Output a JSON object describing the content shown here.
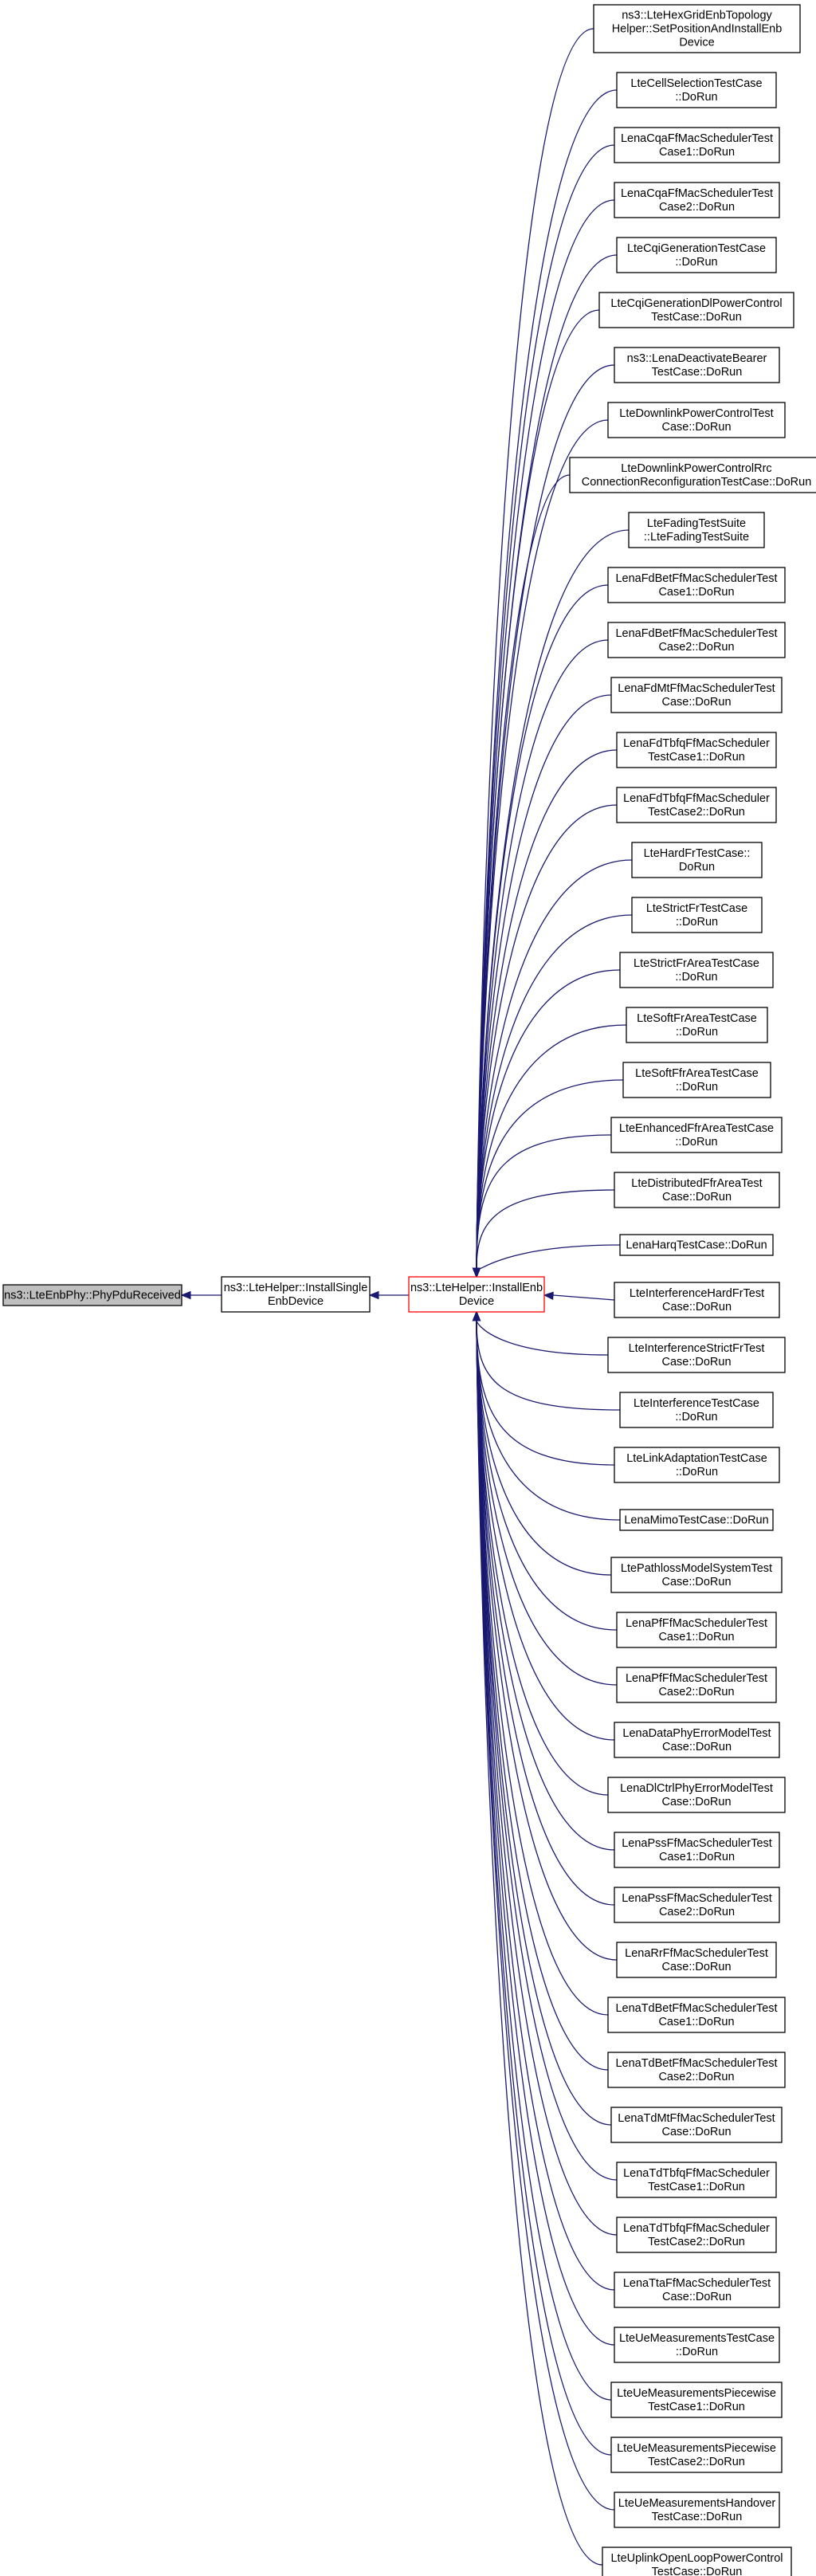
{
  "colors": {
    "edge": "#191970",
    "focus_border": "#ff0000",
    "current_fill": "#bfbfbf"
  },
  "root": {
    "id": "phypdu",
    "lines": [
      "ns3::LteEnbPhy::PhyPduReceived"
    ]
  },
  "middle": {
    "id": "installsingle",
    "lines": [
      "ns3::LteHelper::InstallSingle",
      "EnbDevice"
    ]
  },
  "focus": {
    "id": "installenb",
    "lines": [
      "ns3::LteHelper::InstallEnb",
      "Device"
    ]
  },
  "callers": [
    {
      "id": "c0",
      "lines": [
        "ns3::LteHexGridEnbTopology",
        "Helper::SetPositionAndInstallEnb",
        "Device"
      ]
    },
    {
      "id": "c1",
      "lines": [
        "LteCellSelectionTestCase",
        "::DoRun"
      ]
    },
    {
      "id": "c2",
      "lines": [
        "LenaCqaFfMacSchedulerTest",
        "Case1::DoRun"
      ]
    },
    {
      "id": "c3",
      "lines": [
        "LenaCqaFfMacSchedulerTest",
        "Case2::DoRun"
      ]
    },
    {
      "id": "c4",
      "lines": [
        "LteCqiGenerationTestCase",
        "::DoRun"
      ]
    },
    {
      "id": "c5",
      "lines": [
        "LteCqiGenerationDlPowerControl",
        "TestCase::DoRun"
      ]
    },
    {
      "id": "c6",
      "lines": [
        "ns3::LenaDeactivateBearer",
        "TestCase::DoRun"
      ]
    },
    {
      "id": "c7",
      "lines": [
        "LteDownlinkPowerControlTest",
        "Case::DoRun"
      ]
    },
    {
      "id": "c8",
      "lines": [
        "LteDownlinkPowerControlRrc",
        "ConnectionReconfigurationTestCase::DoRun"
      ]
    },
    {
      "id": "c9",
      "lines": [
        "LteFadingTestSuite",
        "::LteFadingTestSuite"
      ]
    },
    {
      "id": "c10",
      "lines": [
        "LenaFdBetFfMacSchedulerTest",
        "Case1::DoRun"
      ]
    },
    {
      "id": "c11",
      "lines": [
        "LenaFdBetFfMacSchedulerTest",
        "Case2::DoRun"
      ]
    },
    {
      "id": "c12",
      "lines": [
        "LenaFdMtFfMacSchedulerTest",
        "Case::DoRun"
      ]
    },
    {
      "id": "c13",
      "lines": [
        "LenaFdTbfqFfMacScheduler",
        "TestCase1::DoRun"
      ]
    },
    {
      "id": "c14",
      "lines": [
        "LenaFdTbfqFfMacScheduler",
        "TestCase2::DoRun"
      ]
    },
    {
      "id": "c15",
      "lines": [
        "LteHardFrTestCase::",
        "DoRun"
      ]
    },
    {
      "id": "c16",
      "lines": [
        "LteStrictFrTestCase",
        "::DoRun"
      ]
    },
    {
      "id": "c17",
      "lines": [
        "LteStrictFrAreaTestCase",
        "::DoRun"
      ]
    },
    {
      "id": "c18",
      "lines": [
        "LteSoftFrAreaTestCase",
        "::DoRun"
      ]
    },
    {
      "id": "c19",
      "lines": [
        "LteSoftFfrAreaTestCase",
        "::DoRun"
      ]
    },
    {
      "id": "c20",
      "lines": [
        "LteEnhancedFfrAreaTestCase",
        "::DoRun"
      ]
    },
    {
      "id": "c21",
      "lines": [
        "LteDistributedFfrAreaTest",
        "Case::DoRun"
      ]
    },
    {
      "id": "c22",
      "lines": [
        "LenaHarqTestCase::DoRun"
      ]
    },
    {
      "id": "c23",
      "lines": [
        "LteInterferenceHardFrTest",
        "Case::DoRun"
      ]
    },
    {
      "id": "c24",
      "lines": [
        "LteInterferenceStrictFrTest",
        "Case::DoRun"
      ]
    },
    {
      "id": "c25",
      "lines": [
        "LteInterferenceTestCase",
        "::DoRun"
      ]
    },
    {
      "id": "c26",
      "lines": [
        "LteLinkAdaptationTestCase",
        "::DoRun"
      ]
    },
    {
      "id": "c27",
      "lines": [
        "LenaMimoTestCase::DoRun"
      ]
    },
    {
      "id": "c28",
      "lines": [
        "LtePathlossModelSystemTest",
        "Case::DoRun"
      ]
    },
    {
      "id": "c29",
      "lines": [
        "LenaPfFfMacSchedulerTest",
        "Case1::DoRun"
      ]
    },
    {
      "id": "c30",
      "lines": [
        "LenaPfFfMacSchedulerTest",
        "Case2::DoRun"
      ]
    },
    {
      "id": "c31",
      "lines": [
        "LenaDataPhyErrorModelTest",
        "Case::DoRun"
      ]
    },
    {
      "id": "c32",
      "lines": [
        "LenaDlCtrlPhyErrorModelTest",
        "Case::DoRun"
      ]
    },
    {
      "id": "c33",
      "lines": [
        "LenaPssFfMacSchedulerTest",
        "Case1::DoRun"
      ]
    },
    {
      "id": "c34",
      "lines": [
        "LenaPssFfMacSchedulerTest",
        "Case2::DoRun"
      ]
    },
    {
      "id": "c35",
      "lines": [
        "LenaRrFfMacSchedulerTest",
        "Case::DoRun"
      ]
    },
    {
      "id": "c36",
      "lines": [
        "LenaTdBetFfMacSchedulerTest",
        "Case1::DoRun"
      ]
    },
    {
      "id": "c37",
      "lines": [
        "LenaTdBetFfMacSchedulerTest",
        "Case2::DoRun"
      ]
    },
    {
      "id": "c38",
      "lines": [
        "LenaTdMtFfMacSchedulerTest",
        "Case::DoRun"
      ]
    },
    {
      "id": "c39",
      "lines": [
        "LenaTdTbfqFfMacScheduler",
        "TestCase1::DoRun"
      ]
    },
    {
      "id": "c40",
      "lines": [
        "LenaTdTbfqFfMacScheduler",
        "TestCase2::DoRun"
      ]
    },
    {
      "id": "c41",
      "lines": [
        "LenaTtaFfMacSchedulerTest",
        "Case::DoRun"
      ]
    },
    {
      "id": "c42",
      "lines": [
        "LteUeMeasurementsTestCase",
        "::DoRun"
      ]
    },
    {
      "id": "c43",
      "lines": [
        "LteUeMeasurementsPiecewise",
        "TestCase1::DoRun"
      ]
    },
    {
      "id": "c44",
      "lines": [
        "LteUeMeasurementsPiecewise",
        "TestCase2::DoRun"
      ]
    },
    {
      "id": "c45",
      "lines": [
        "LteUeMeasurementsHandover",
        "TestCase::DoRun"
      ]
    },
    {
      "id": "c46",
      "lines": [
        "LteUplinkOpenLoopPowerControl",
        "TestCase::DoRun"
      ]
    }
  ]
}
